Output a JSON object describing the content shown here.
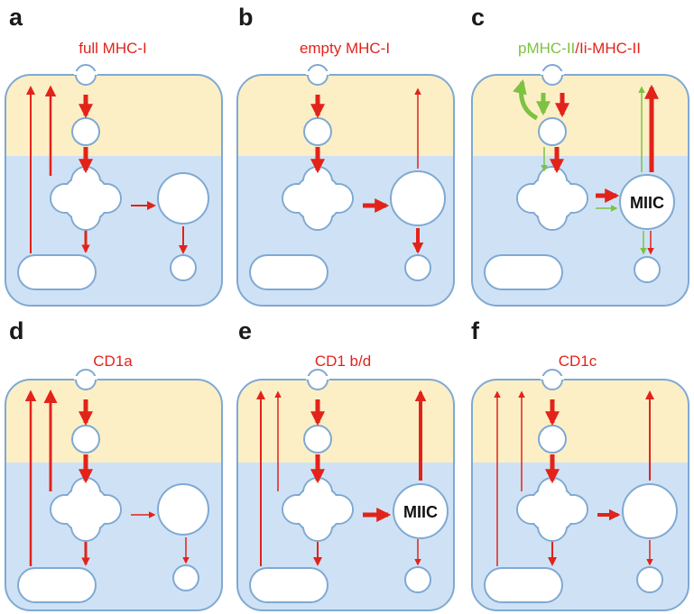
{
  "colors": {
    "arrow_red": "#e2231a",
    "arrow_green": "#7dc242",
    "membrane": "#7fa9d3",
    "cytoplasm_top": "#fcefc6",
    "cytoplasm_bottom": "#cfe2f5",
    "organelle_fill": "#ffffff"
  },
  "panels": [
    {
      "letter": "a",
      "title": "full MHC-I"
    },
    {
      "letter": "b",
      "title": "empty MHC-I"
    },
    {
      "letter": "c",
      "title_green": "pMHC-II",
      "title_sep": "/",
      "title_red": "Ii-MHC-II",
      "compartment_label": "MIIC"
    },
    {
      "letter": "d",
      "title": "CD1a"
    },
    {
      "letter": "e",
      "title": "CD1 b/d",
      "compartment_label": "MIIC"
    },
    {
      "letter": "f",
      "title": "CD1c"
    }
  ]
}
